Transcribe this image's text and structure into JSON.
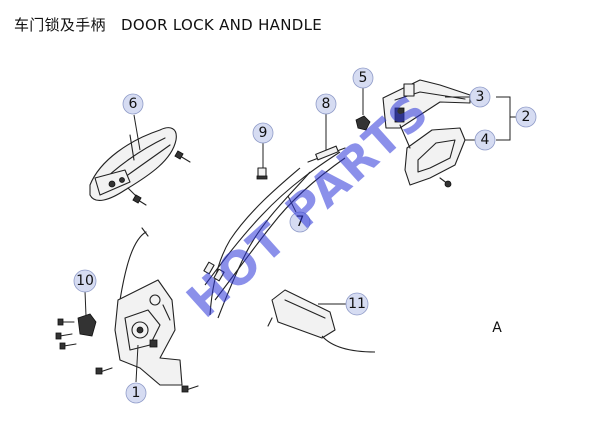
{
  "title": "车门锁及手柄   DOOR LOCK AND HANDLE",
  "watermark": "HOT PARTS",
  "callouts": [
    {
      "id": "c1",
      "label": "1"
    },
    {
      "id": "c2",
      "label": "2"
    },
    {
      "id": "c3",
      "label": "3"
    },
    {
      "id": "c4",
      "label": "4"
    },
    {
      "id": "c5",
      "label": "5"
    },
    {
      "id": "c6",
      "label": "6"
    },
    {
      "id": "c7",
      "label": "7"
    },
    {
      "id": "c8",
      "label": "8"
    },
    {
      "id": "c9",
      "label": "9"
    },
    {
      "id": "c10",
      "label": "10"
    },
    {
      "id": "c11",
      "label": "11"
    }
  ],
  "view_marker": "A",
  "colors": {
    "bubble": "#d6dcf2",
    "watermark": "#2b35d8",
    "line": "#222222"
  }
}
